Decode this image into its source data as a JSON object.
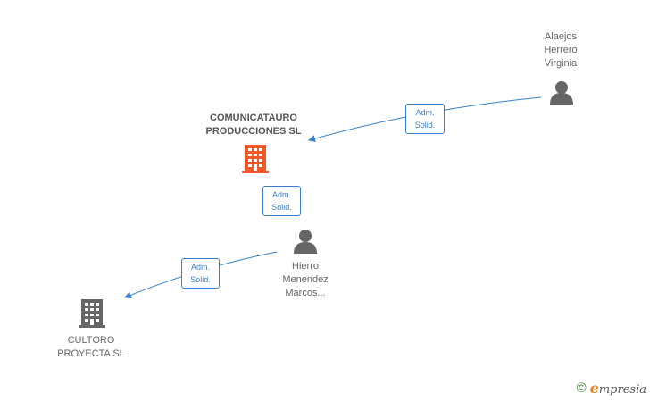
{
  "nodes": {
    "alaejos": {
      "lines": [
        "Alaejos",
        "Herrero",
        "Virginia"
      ],
      "icon": "person-icon",
      "color": "#666666"
    },
    "comunicatauro": {
      "lines": [
        "COMUNICATAURO",
        "PRODUCCIONES SL"
      ],
      "icon": "building-icon",
      "color": "#f05a28"
    },
    "hierro": {
      "lines": [
        "Hierro",
        "Menendez",
        "Marcos..."
      ],
      "icon": "person-icon",
      "color": "#666666"
    },
    "cultoro": {
      "lines": [
        "CULTORO",
        "PROYECTA SL"
      ],
      "icon": "building-icon",
      "color": "#666666"
    }
  },
  "edges": [
    {
      "from": "alaejos",
      "to": "comunicatauro",
      "label_lines": [
        "Adm.",
        "Solid."
      ]
    },
    {
      "from": "hierro",
      "to": "comunicatauro",
      "label_lines": [
        "Adm.",
        "Solid."
      ]
    },
    {
      "from": "hierro",
      "to": "cultoro",
      "label_lines": [
        "Adm.",
        "Solid."
      ]
    }
  ],
  "watermark": {
    "copyright": "©",
    "brand_initial": "e",
    "brand_rest": "mpresia"
  },
  "colors": {
    "edge": "#3a7fcf",
    "person": "#666666",
    "company_highlight": "#f05a28",
    "company": "#666666"
  }
}
